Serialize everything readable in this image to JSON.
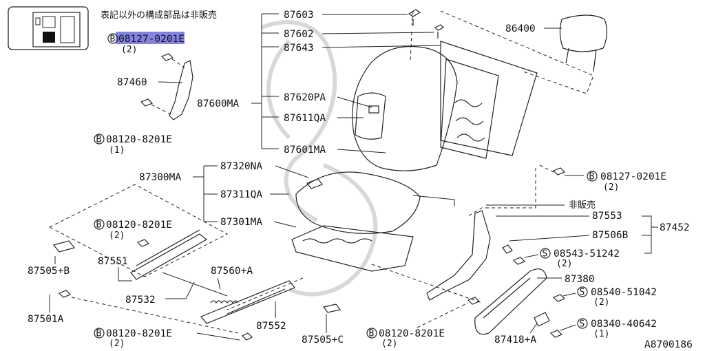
{
  "diagram": {
    "notes": {
      "not_sold_except_listed": "表記以外の構成部品は非販売",
      "not_sold": "非販売"
    },
    "figure_id": "A8700186",
    "labels": {
      "p87603": "87603",
      "p87602": "87602",
      "p87643": "87643",
      "p86400": "86400",
      "p87600MA": "87600MA",
      "p87620PA": "87620PA",
      "p87611QA": "87611QA",
      "p87601MA": "87601MA",
      "p87460": "87460",
      "p87300MA": "87300MA",
      "p87320NA": "87320NA",
      "p87311QA": "87311QA",
      "p87301MA": "87301MA",
      "p87505B": "87505+B",
      "p87551": "87551",
      "p87532": "87532",
      "p87560A": "87560+A",
      "p87501A": "87501A",
      "p87552": "87552",
      "p87505C": "87505+C",
      "p87553": "87553",
      "p87506B": "87506B",
      "p87452": "87452",
      "p87380": "87380",
      "p87418A": "87418+A"
    },
    "fasteners": {
      "f1": {
        "prefix": "B",
        "number": "08127-0201E",
        "qty": "(2)"
      },
      "f2": {
        "prefix": "B",
        "number": "08120-8201E",
        "qty": "(1)"
      },
      "f3": {
        "prefix": "B",
        "number": "08127-0201E",
        "qty": "(2)"
      },
      "f4": {
        "prefix": "B",
        "number": "08120-8201E",
        "qty": "(2)"
      },
      "f5": {
        "prefix": "S",
        "number": "08543-51242",
        "qty": "(2)"
      },
      "f6": {
        "prefix": "S",
        "number": "08540-51042",
        "qty": "(2)"
      },
      "f7": {
        "prefix": "S",
        "number": "08340-40642",
        "qty": "(1)"
      },
      "f8": {
        "prefix": "B",
        "number": "08120-8201E",
        "qty": "(2)"
      },
      "f9": {
        "prefix": "B",
        "number": "08120-8201E",
        "qty": "(2)"
      }
    },
    "highlight_color": "#6f6fd8"
  }
}
